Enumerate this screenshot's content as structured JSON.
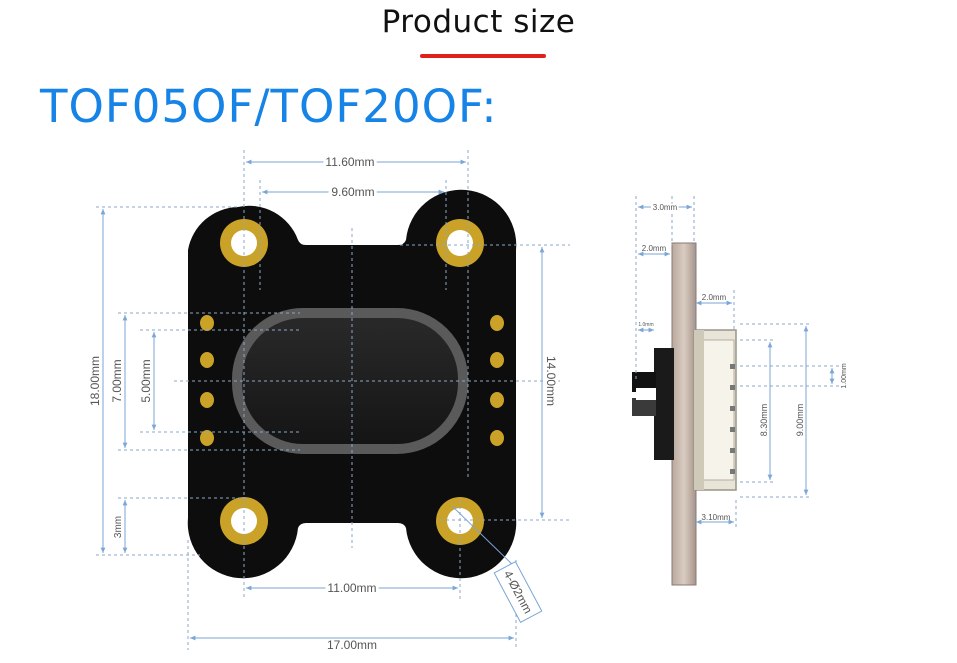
{
  "header": {
    "title": "Product size"
  },
  "model": {
    "title": "TOF05OF/TOF20OF:"
  },
  "front_view": {
    "dims": {
      "width_outer": "11.60mm",
      "width_inner": "9.60mm",
      "height_total": "18.00mm",
      "height_inner": "14.00mm",
      "pad_span": "7.00mm",
      "lens_height": "5.00mm",
      "edge_offset": "3mm",
      "hole_spacing": "11.00mm",
      "width_total": "17.00mm",
      "hole_dia": "4-Ø2mm"
    }
  },
  "side_view": {
    "dims": {
      "total_depth": "3.0mm",
      "board_depth": "2.0mm",
      "connector_depth": "2.0mm",
      "small_depth": "1.0mm",
      "pitch": "1.00mm",
      "pin_span": "8.30mm",
      "connector_height": "9.00mm",
      "connector_width": "3.10mm"
    }
  },
  "colors": {
    "pcb": "#0d0d0d",
    "gold": "#c9a227",
    "dim_line": "#7ba6d6",
    "accent": "#1683e6",
    "underline": "#e0201a"
  }
}
